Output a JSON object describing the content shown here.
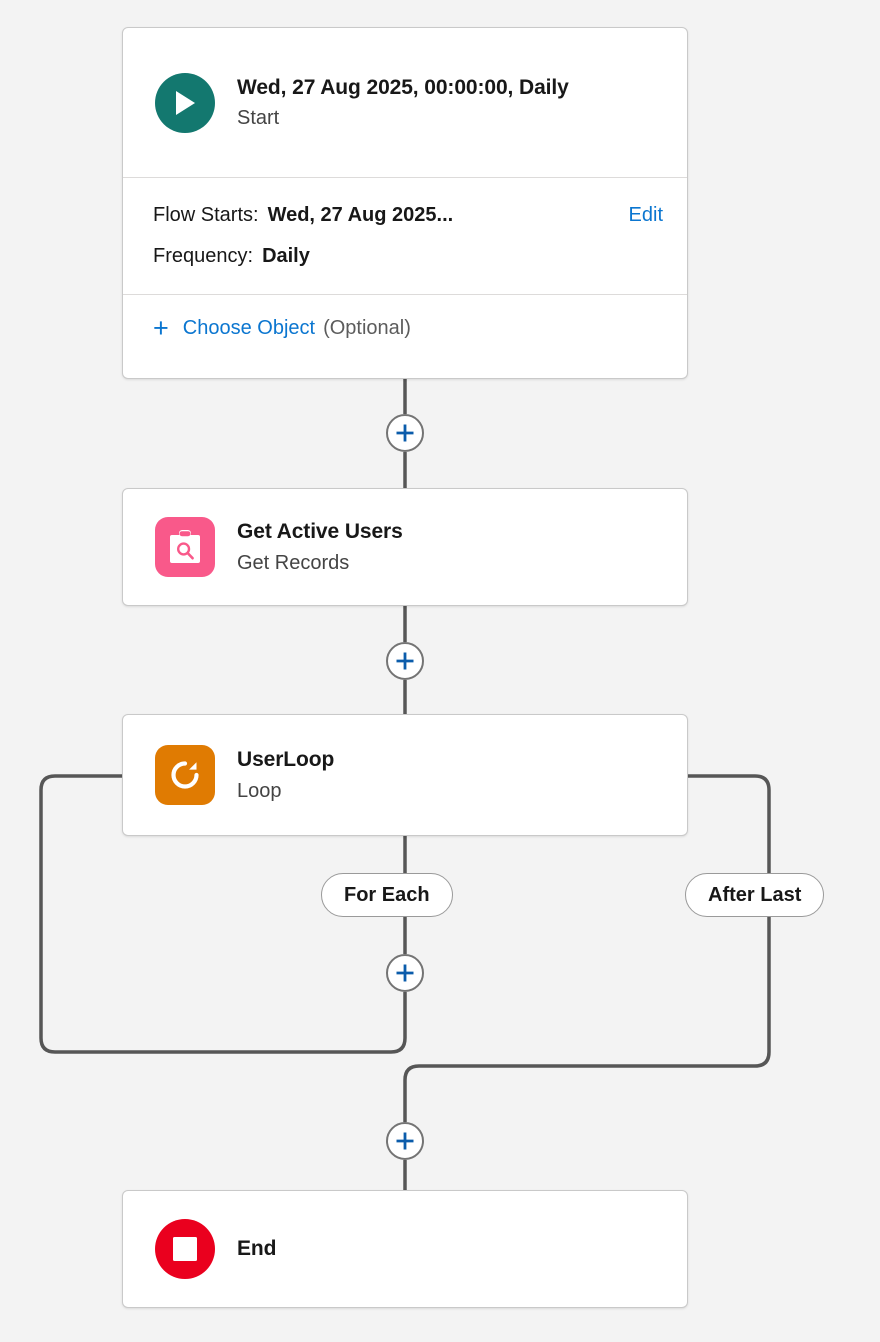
{
  "canvas": {
    "background_color": "#f3f3f3",
    "connector_color": "#565656"
  },
  "nodes": {
    "start": {
      "icon": "play-circle-icon",
      "icon_color": "#13786f",
      "title": "Wed, 27 Aug 2025, 00:00:00, Daily",
      "subtitle": "Start",
      "details": [
        {
          "label": "Flow Starts:",
          "value": "Wed, 27 Aug 2025..."
        },
        {
          "label": "Frequency:",
          "value": "Daily"
        }
      ],
      "edit_label": "Edit",
      "edit_color": "#0b76d0",
      "choose_object_label": "Choose Object",
      "choose_object_optional": "(Optional)",
      "choose_object_plus": "+"
    },
    "get_records": {
      "icon": "get-records-icon",
      "icon_color": "#f9598a",
      "title": "Get Active Users",
      "subtitle": "Get Records"
    },
    "loop": {
      "icon": "loop-icon",
      "icon_color": "#e07b02",
      "title": "UserLoop",
      "subtitle": "Loop"
    },
    "end": {
      "icon": "stop-circle-icon",
      "icon_color": "#ea001e",
      "title": "End",
      "subtitle": ""
    }
  },
  "branches": {
    "for_each": "For Each",
    "after_last": "After Last"
  },
  "add_buttons": {
    "label": "+",
    "color": "#0b5cab",
    "items": [
      {
        "name": "add-element-after-start"
      },
      {
        "name": "add-element-after-get-records"
      },
      {
        "name": "add-element-in-loop"
      },
      {
        "name": "add-element-before-end"
      }
    ]
  }
}
